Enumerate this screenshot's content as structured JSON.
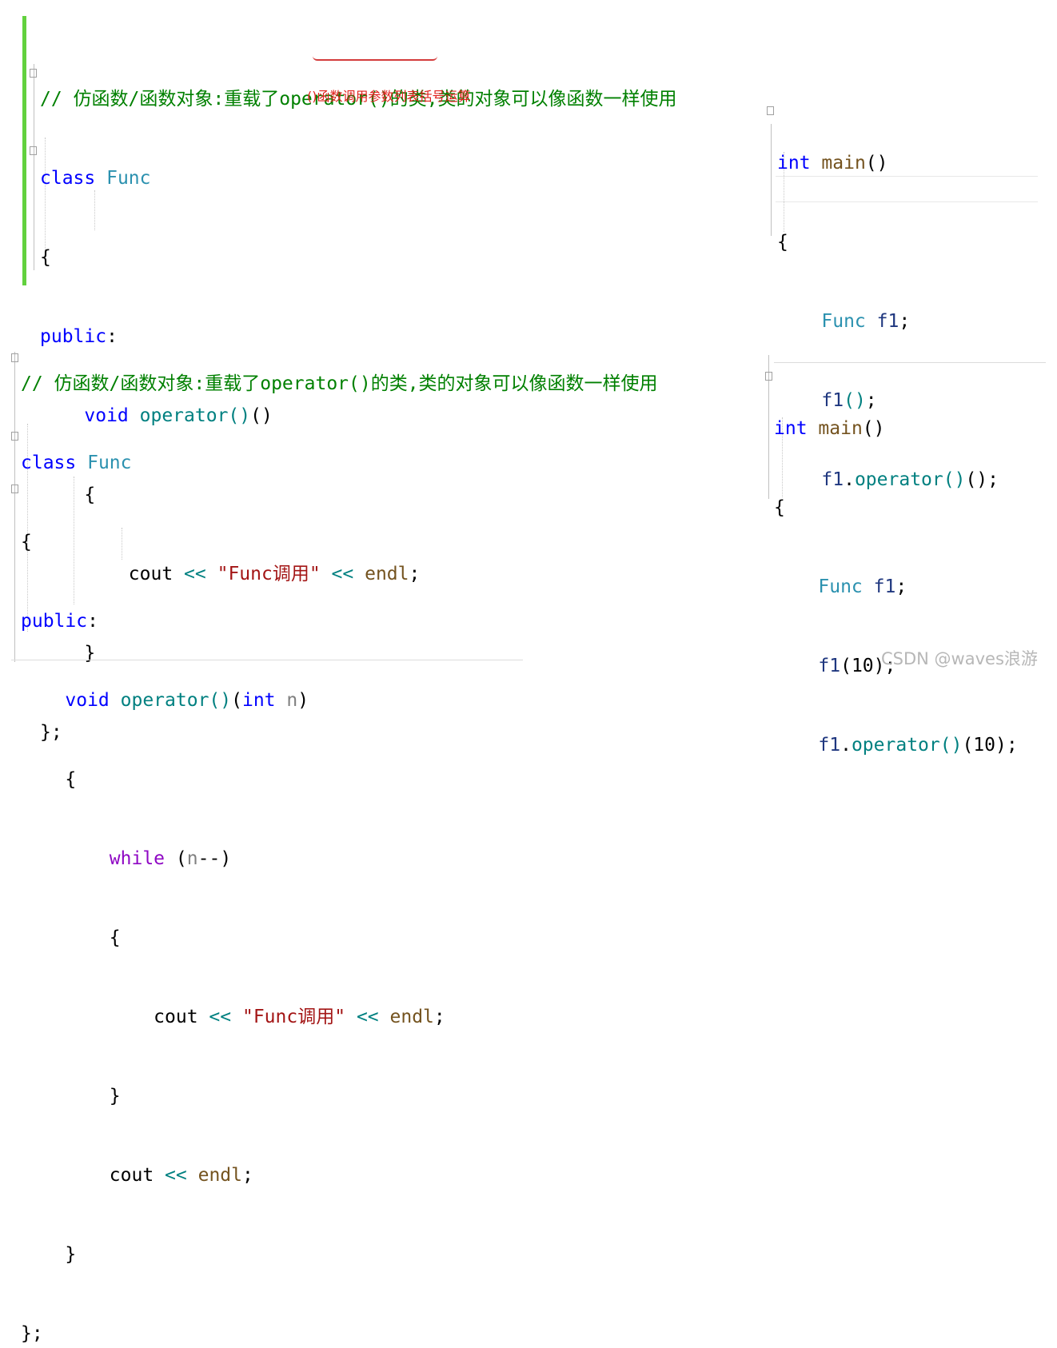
{
  "top": {
    "comment": "// 仿函数/函数对象:重载了operator()的类,类的对象可以像函数一样使用",
    "class_kw": "class",
    "class_name": "Func",
    "open_brace": "{",
    "public_kw": "public",
    "colon": ":",
    "void_kw": "void",
    "op_name": "operator",
    "op_parens": "()",
    "params": "()",
    "brace_open": "{",
    "cout": "cout",
    "shl": "<<",
    "string": "\"Func调用\"",
    "shl2": "<<",
    "endl": "endl",
    "semi": ";",
    "brace_close": "}",
    "class_close": "};",
    "note": "()函数调用参数列表括号运算"
  },
  "top_main": {
    "int_kw": "int",
    "main": "main",
    "parens": "()",
    "open": "{",
    "type": "Func",
    "var": "f1",
    "semi": ";",
    "call_var": "f1",
    "call_parens": "()",
    "call_semi": ";",
    "var2": "f1",
    "dot": ".",
    "op": "operator",
    "op_parens": "()",
    "call2": "()",
    "semi2": ";"
  },
  "bottom": {
    "comment": "// 仿函数/函数对象:重载了operator()的类,类的对象可以像函数一样使用",
    "class_kw": "class",
    "class_name": "Func",
    "open_brace": "{",
    "public_kw": "public",
    "colon": ":",
    "void_kw": "void",
    "op_name": "operator",
    "op_parens": "()",
    "lparen": "(",
    "int_kw": "int",
    "param": "n",
    "rparen": ")",
    "brace_open": "{",
    "while_kw": "while",
    "while_lp": "(",
    "while_var": "n",
    "while_op": "--",
    "while_rp": ")",
    "while_open": "{",
    "cout": "cout",
    "shl": "<<",
    "string": "\"Func调用\"",
    "shl2": "<<",
    "endl": "endl",
    "semi": ";",
    "while_close": "}",
    "cout2": "cout",
    "shl3": "<<",
    "endl2": "endl",
    "semi2": ";",
    "brace_close": "}",
    "class_close": "};"
  },
  "bottom_main": {
    "int_kw": "int",
    "main": "main",
    "parens": "()",
    "open": "{",
    "type": "Func",
    "var": "f1",
    "semi": ";",
    "call_var": "f1",
    "call_arg": "(10)",
    "call_semi": ";",
    "var2": "f1",
    "dot": ".",
    "op": "operator",
    "op_parens": "()",
    "call2": "(10)",
    "semi2": ";"
  },
  "watermark": "CSDN @waves浪游",
  "colors": {
    "comment": "#008000",
    "keyword": "#0000ff",
    "type": "#2b91af",
    "function": "#74531f",
    "string": "#a31515",
    "control": "#8f08c4",
    "annotation": "#e0201d",
    "change_bar": "#62d13e"
  }
}
